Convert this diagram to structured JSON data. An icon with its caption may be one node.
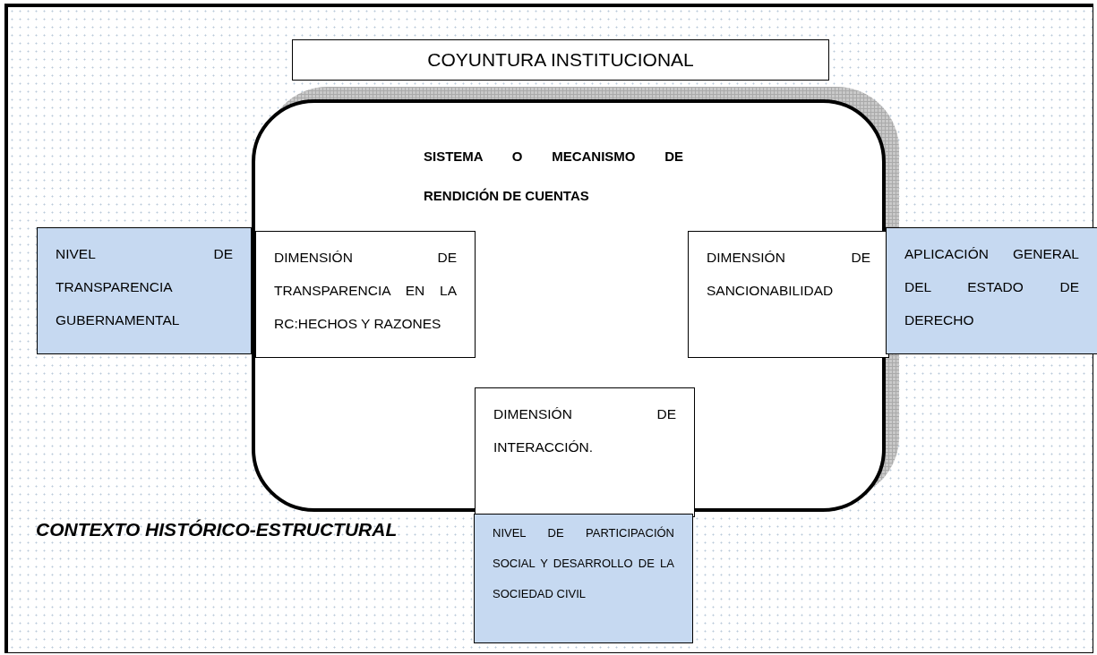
{
  "diagram": {
    "nodes": [
      {
        "text": [
          "CONTEXTO HISTÓRICO-ESTRUCTURAL"
        ]
      },
      {
        "text": [
          "COYUNTURA INSTITUCIONAL"
        ],
        "in": 0
      },
      {
        "text": [
          "SISTEMA O MECANISMO DE RENDICIÓN DE CUENTAS"
        ],
        "in": 0
      },
      {
        "text": [
          "NIVEL DE TRANSPARENCIA GUBERNAMENTAL"
        ],
        "in": 0
      },
      {
        "text": [
          "DIMENSIÓN DE TRANSPARENCIA EN LA RC:HECHOS Y RAZONES"
        ],
        "in": 2
      },
      {
        "text": [
          "DIMENSIÓN DE SANCIONABILIDAD"
        ],
        "in": 2
      },
      {
        "text": [
          "APLICACIÓN GENERAL DEL ESTADO DE DERECHO"
        ],
        "in": 0
      },
      {
        "text": [
          "DIMENSIÓN DE INTERACCIÓN."
        ],
        "in": 2
      },
      {
        "text": [
          "NIVEL DE PARTICIPACIÓN SOCIAL Y DESARROLLO DE LA SOCIEDAD CIVIL"
        ],
        "in": 0
      }
    ]
  }
}
